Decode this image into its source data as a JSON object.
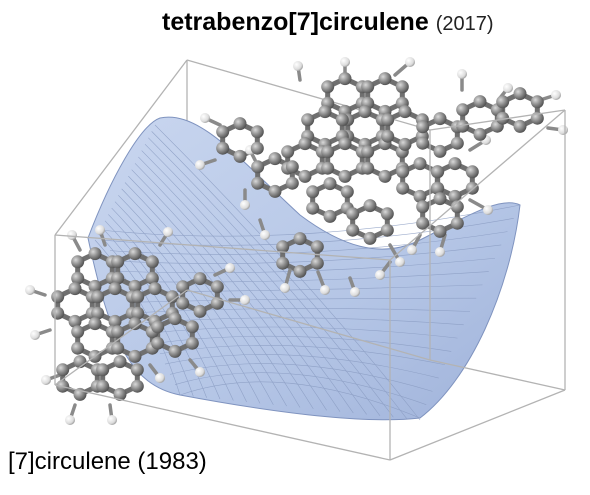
{
  "labels": {
    "top_molecule_name": "tetrabenzo[7]circulene",
    "top_molecule_year": "(2017)",
    "bottom_molecule_name": "[7]circulene",
    "bottom_molecule_year": "(1983)"
  },
  "colors": {
    "surface_fill": "#b8c8e6",
    "surface_grid": "#8a9cc2",
    "box_edges": "#b3b3b3",
    "carbon_atom": "#7d7d7d",
    "hydrogen_atom": "#e8e8e8",
    "bond": "#6f6f6f"
  },
  "icons": [
    "saddle-surface",
    "bounding-box",
    "ball-and-stick-molecule"
  ]
}
